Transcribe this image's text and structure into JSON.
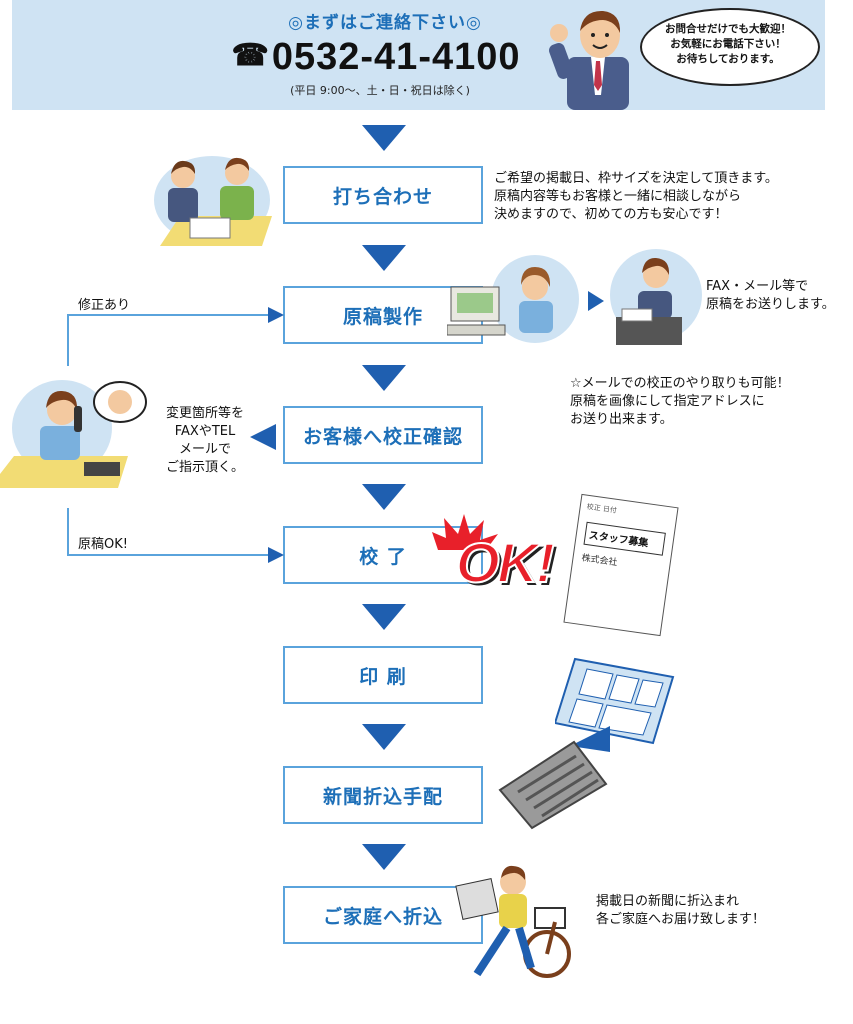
{
  "header": {
    "message": "◎まずはご連絡下さい◎",
    "phone_icon": "☎",
    "phone": "0532-41-4100",
    "hours": "(平日 9:00〜、土・日・祝日は除く)",
    "bubble_lines": [
      "お問合せだけでも大歓迎！",
      "お気軽にお電話下さい！",
      "お待ちしております。"
    ]
  },
  "steps": [
    {
      "label": "打ち合わせ"
    },
    {
      "label": "原稿製作"
    },
    {
      "label": "お客様へ校正確認"
    },
    {
      "label": "校 了"
    },
    {
      "label": "印 刷"
    },
    {
      "label": "新聞折込手配"
    },
    {
      "label": "ご家庭へ折込"
    }
  ],
  "notes": {
    "meeting": [
      "ご希望の掲載日、枠サイズを決定して頂きます。",
      "原稿内容等もお客様と一緒に相談しながら",
      "決めますので、初めての方も安心です！"
    ],
    "fax": [
      "FAX・メール等で",
      "原稿をお送りします。"
    ],
    "email_proof": [
      "☆メールでの校正のやり取りも可能！",
      "原稿を画像にして指定アドレスに",
      "お送り出来ます。"
    ],
    "customer": [
      "変更箇所等を",
      "FAXやTEL",
      "メールで",
      "ご指示頂く。"
    ],
    "delivery": [
      "掲載日の新聞に折込まれ",
      "各ご家庭へお届け致します！"
    ]
  },
  "loop_labels": {
    "revision": "修正あり",
    "approved": "原稿OK!"
  },
  "ok_stamp": "OK!",
  "proof_sheet": {
    "header_line": "校正 日付",
    "title": "スタッフ募集",
    "company": "株式会社"
  },
  "colors": {
    "box_border": "#5aa3dc",
    "box_text": "#1d6fb8",
    "arrow": "#1f5fb0",
    "header_bg": "#cfe3f3",
    "ok_red": "#e8202a"
  }
}
